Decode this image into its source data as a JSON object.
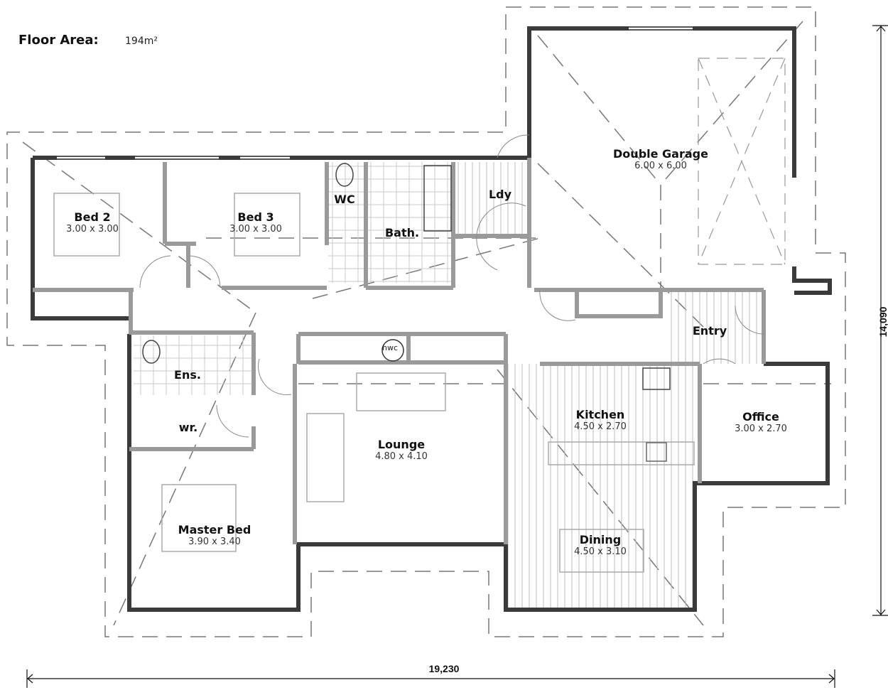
{
  "header": {
    "floor_area_label": "Floor Area:",
    "floor_area_value": "194m²"
  },
  "rooms": {
    "bed2": {
      "name": "Bed 2",
      "dims": "3.00 x 3.00"
    },
    "bed3": {
      "name": "Bed 3",
      "dims": "3.00 x 3.00"
    },
    "wc": {
      "name": "WC"
    },
    "bath": {
      "name": "Bath."
    },
    "laundry": {
      "name": "Ldy"
    },
    "garage": {
      "name": "Double Garage",
      "dims": "6.00 x 6.00"
    },
    "ensuite": {
      "name": "Ens."
    },
    "wardrobe": {
      "name": "wr."
    },
    "master": {
      "name": "Master Bed",
      "dims": "3.90 x 3.40"
    },
    "lounge": {
      "name": "Lounge",
      "dims": "4.80 x 4.10"
    },
    "kitchen": {
      "name": "Kitchen",
      "dims": "4.50 x 2.70"
    },
    "dining": {
      "name": "Dining",
      "dims": "4.50 x 3.10"
    },
    "entry": {
      "name": "Entry"
    },
    "office": {
      "name": "Office",
      "dims": "3.00 x 2.70"
    }
  },
  "fixtures": {
    "hot_water_cylinder": "hwc"
  },
  "dimensions": {
    "overall_width": "19,230",
    "overall_depth": "14,090"
  },
  "colors": {
    "wall_dark": "#3a3a3a",
    "wall_grey": "#9a9a9a",
    "roof_dash": "#777777",
    "fixture": "#aaaaaa",
    "text": "#111111"
  }
}
